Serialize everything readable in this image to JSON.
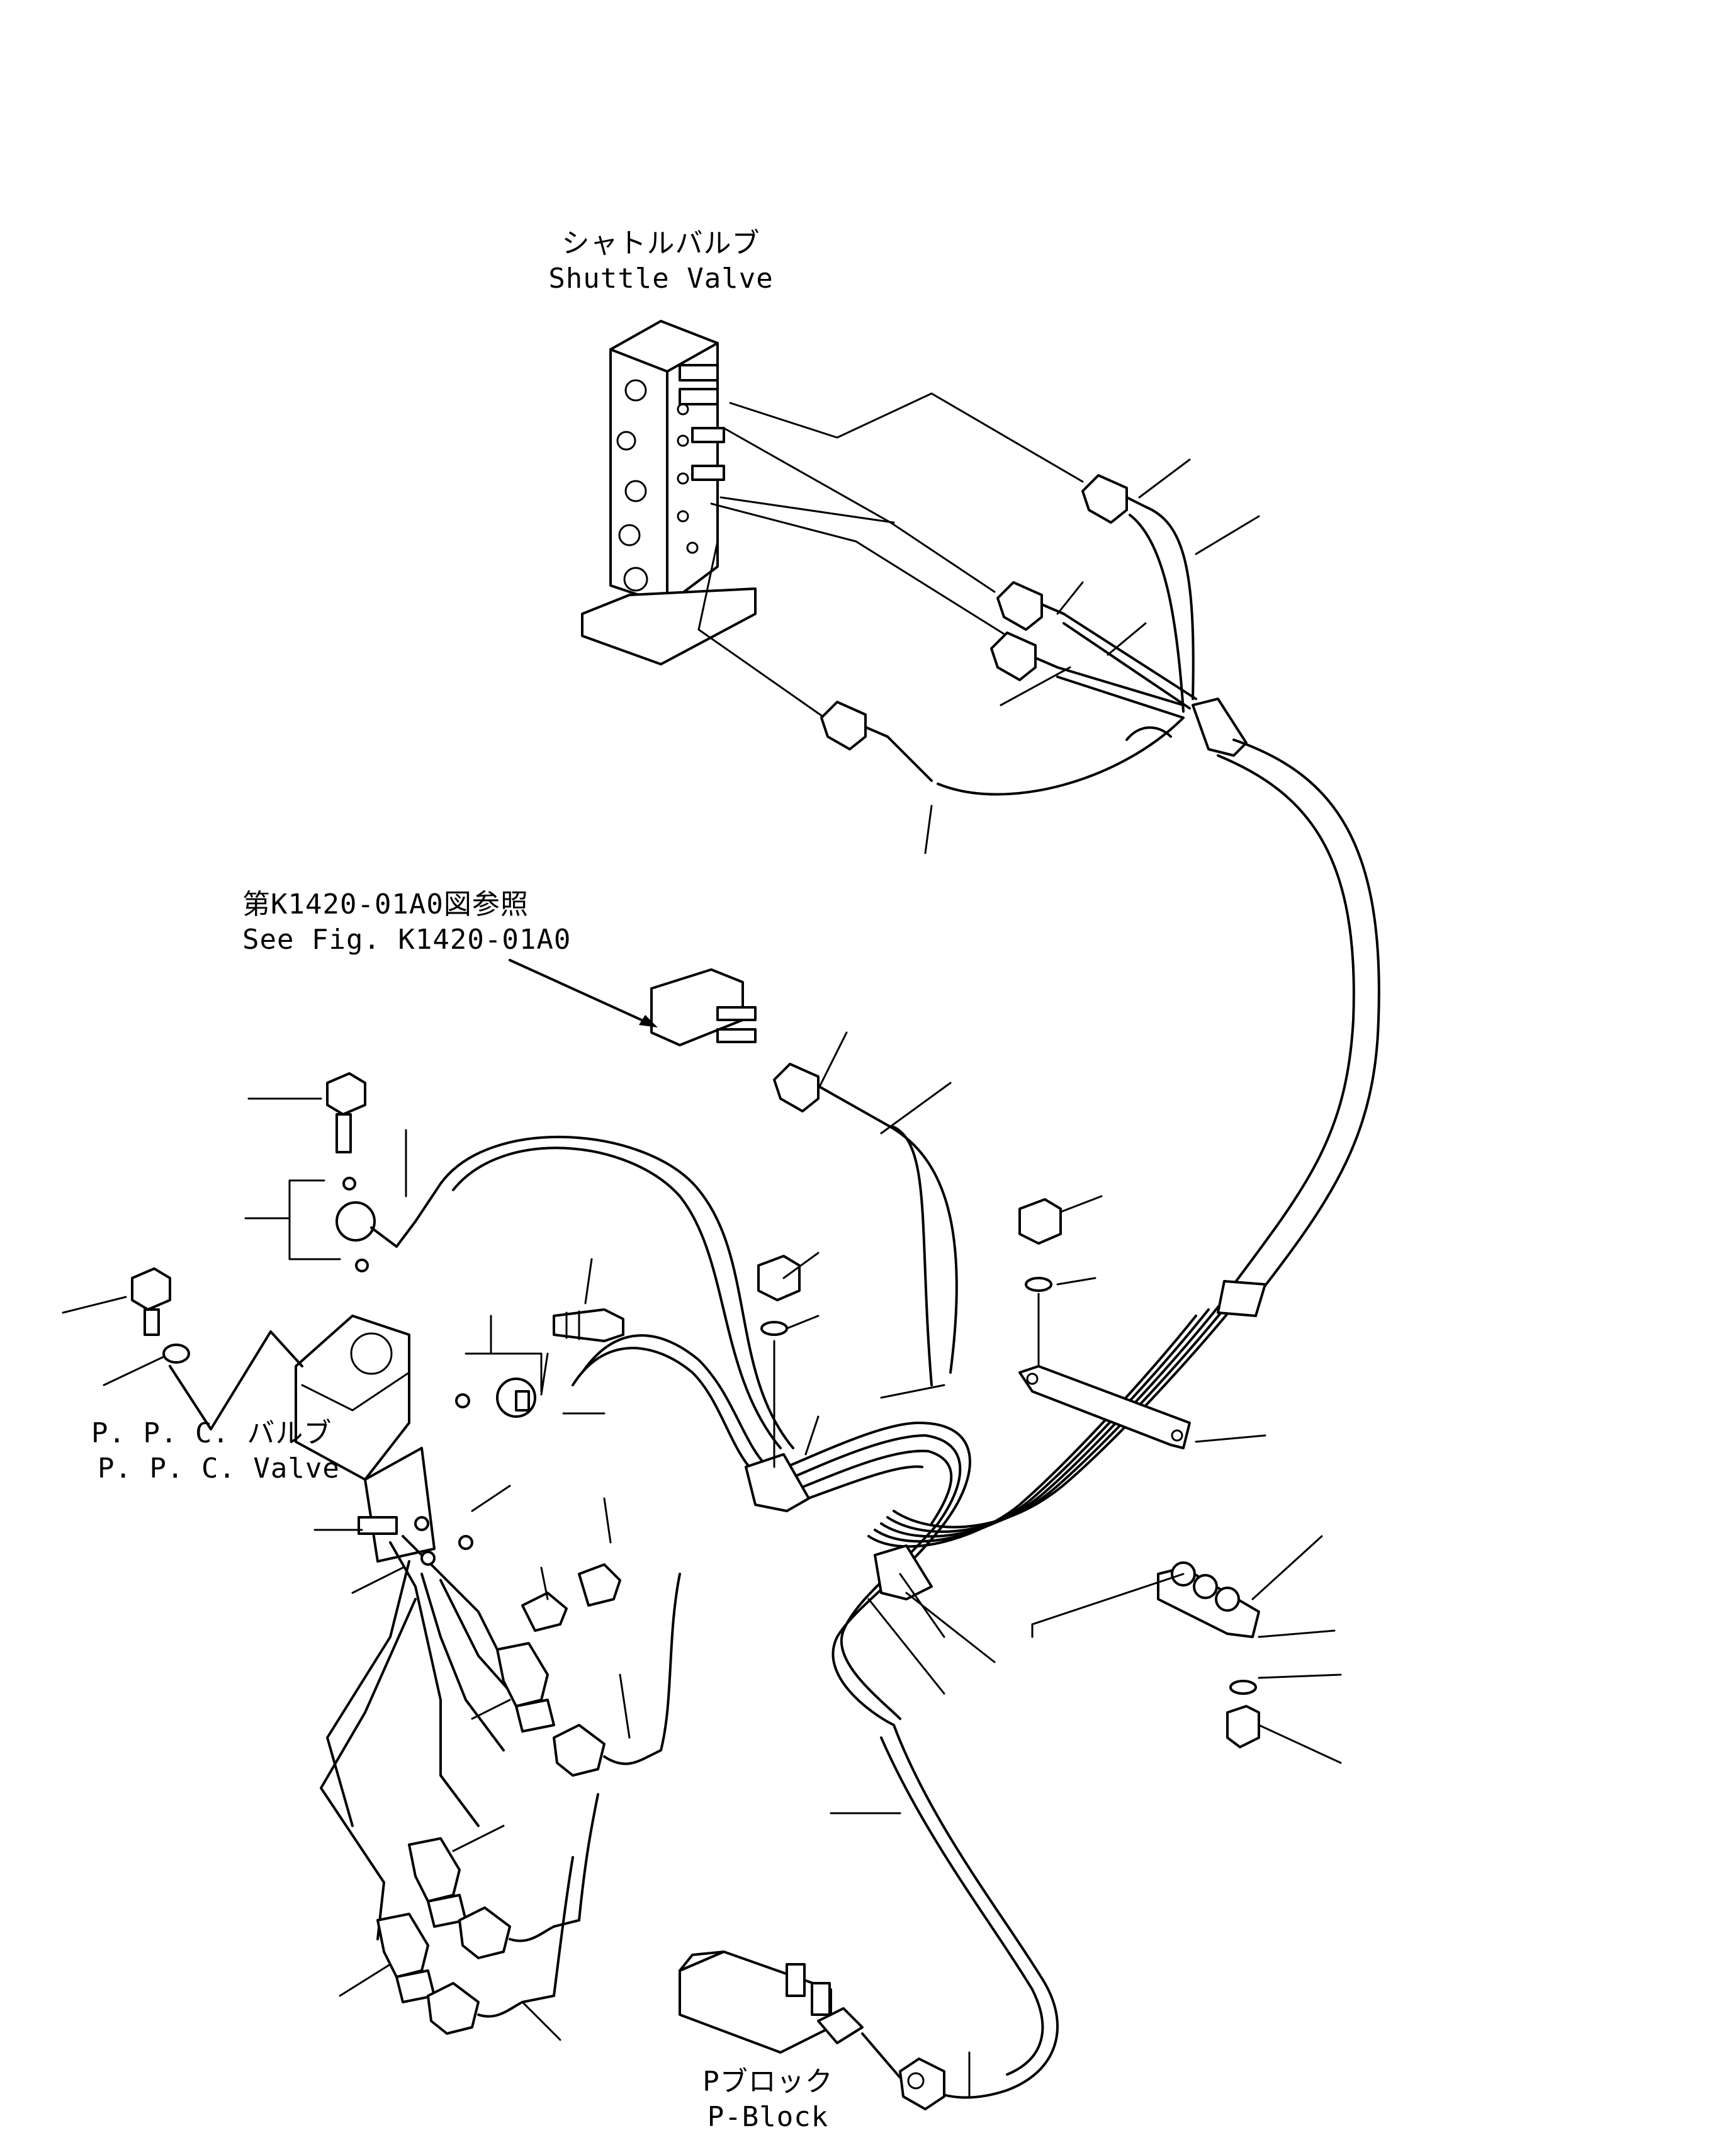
{
  "labels": {
    "shuttle_valve_jp": "シャトルバルブ",
    "shuttle_valve_en": "Shuttle Valve",
    "see_fig_jp": "第K1420-01A0図参照",
    "see_fig_en": "See Fig. K1420-01A0",
    "ppc_valve_jp": "P. P. C. バルブ",
    "ppc_valve_en": "P. P. C. Valve",
    "p_block_jp": "Pブロック",
    "p_block_en": "P-Block"
  }
}
